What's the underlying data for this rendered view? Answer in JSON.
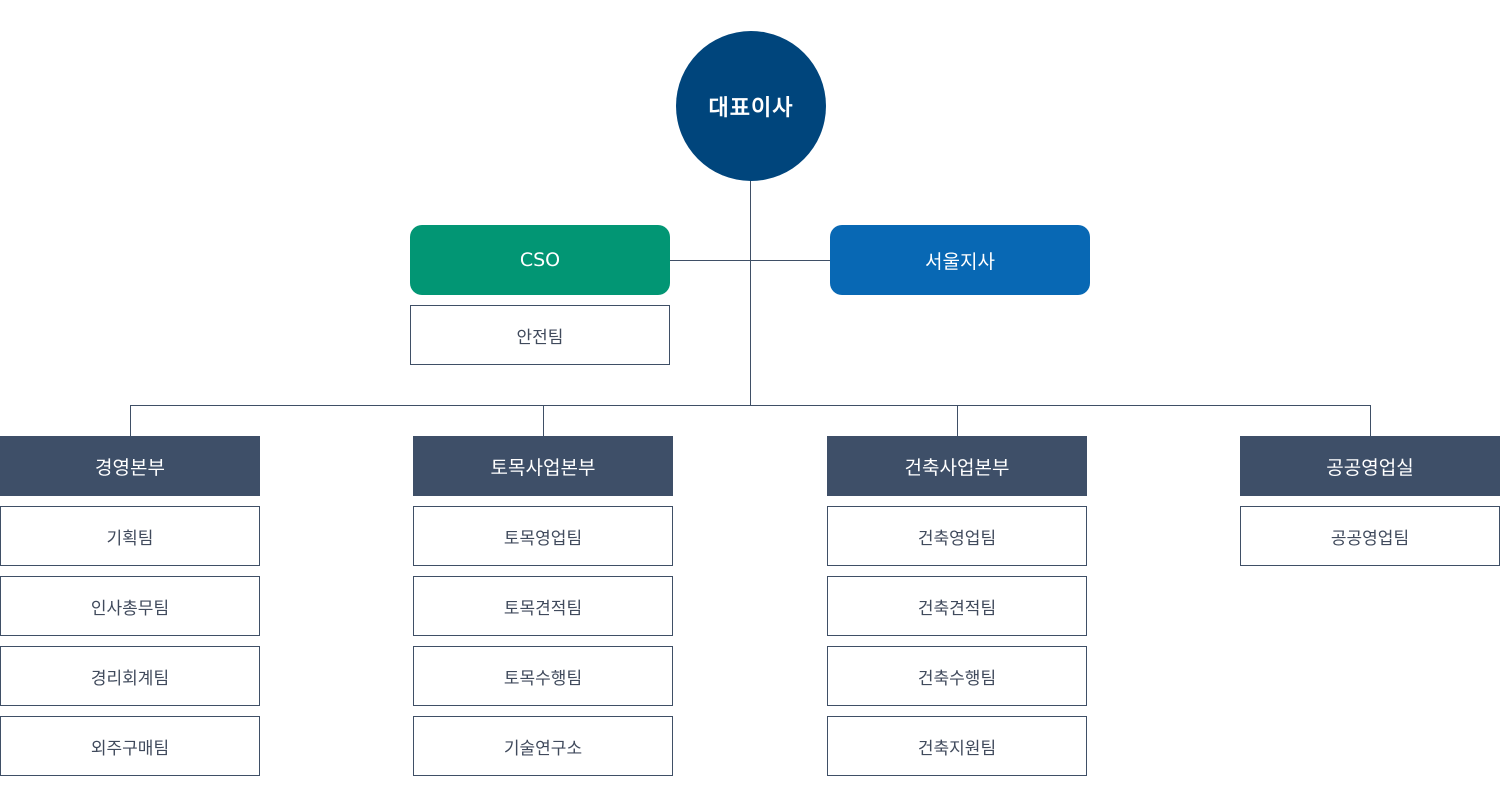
{
  "ceo": {
    "label": "대표이사"
  },
  "cso": {
    "label": "CSO",
    "team": "안전팀"
  },
  "seoul_branch": {
    "label": "서울지사"
  },
  "divisions": [
    {
      "name": "경영본부",
      "teams": [
        "기획팀",
        "인사총무팀",
        "경리회계팀",
        "외주구매팀"
      ]
    },
    {
      "name": "토목사업본부",
      "teams": [
        "토목영업팀",
        "토목견적팀",
        "토목수행팀",
        "기술연구소"
      ]
    },
    {
      "name": "건축사업본부",
      "teams": [
        "건축영업팀",
        "건축견적팀",
        "건축수행팀",
        "건축지원팀"
      ]
    },
    {
      "name": "공공영업실",
      "teams": [
        "공공영업팀"
      ]
    }
  ],
  "colors": {
    "ceo": "#00457c",
    "cso": "#029674",
    "branch": "#0868b4",
    "division_header": "#3e4f68",
    "line": "#3f4f66"
  }
}
